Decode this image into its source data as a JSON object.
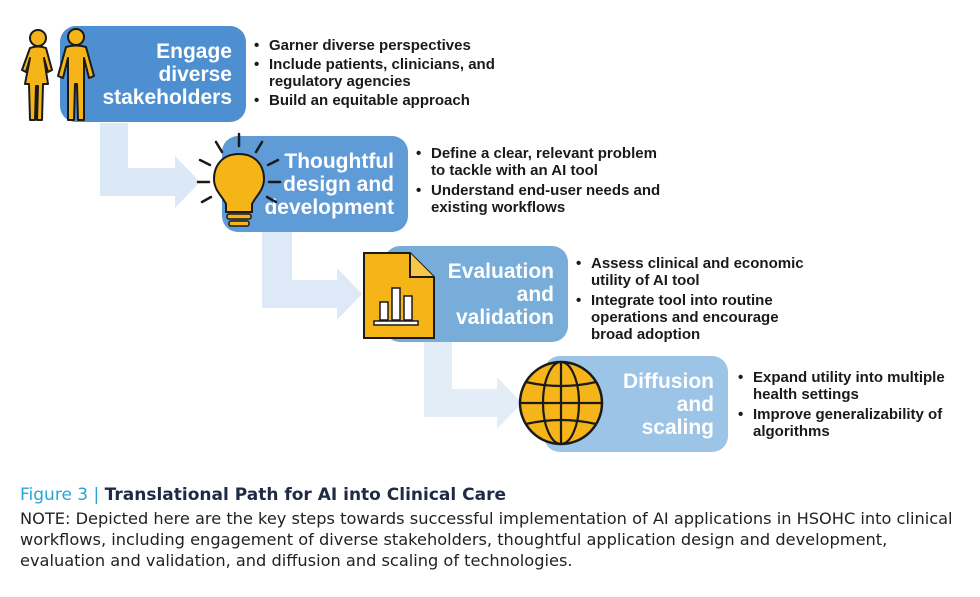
{
  "steps": [
    {
      "title_lines": [
        "Engage",
        "diverse",
        "stakeholders"
      ],
      "bullets": [
        "Garner diverse perspectives",
        "Include patients, clinicians, and regulatory agencies",
        "Build an equitable approach"
      ],
      "icon": "people-icon",
      "color": "#4d8fd0"
    },
    {
      "title_lines": [
        "Thoughtful",
        "design and",
        "development"
      ],
      "bullets": [
        "Define a clear, relevant problem to tackle with an AI tool",
        "Understand end-user needs and existing workflows"
      ],
      "icon": "lightbulb-icon",
      "color": "#5f9bd6"
    },
    {
      "title_lines": [
        "Evaluation",
        "and",
        "validation"
      ],
      "bullets": [
        "Assess clinical and economic utility of AI tool",
        "Integrate tool into routine operations and encourage broad adoption"
      ],
      "icon": "document-chart-icon",
      "color": "#79add9"
    },
    {
      "title_lines": [
        "Diffusion",
        "and",
        "scaling"
      ],
      "bullets": [
        "Expand utility into multiple health settings",
        "Improve generalizability of algorithms"
      ],
      "icon": "globe-icon",
      "color": "#9cc4e6"
    }
  ],
  "caption": {
    "figure_label": "Figure 3",
    "separator": "|",
    "title": "Translational Path for AI into Clinical Care",
    "note": "NOTE: Depicted here are the key steps towards successful implementation of AI applications in HSOHC into clinical workflows, including engagement of diverse stakeholders, thoughtful application design and development, evaluation and validation, and diffusion and scaling of technologies."
  },
  "colors": {
    "icon_fill": "#f5b417",
    "icon_stroke": "#1a1a1a",
    "arrow": "#dbe8f6",
    "caption_accent": "#29a3d6"
  }
}
